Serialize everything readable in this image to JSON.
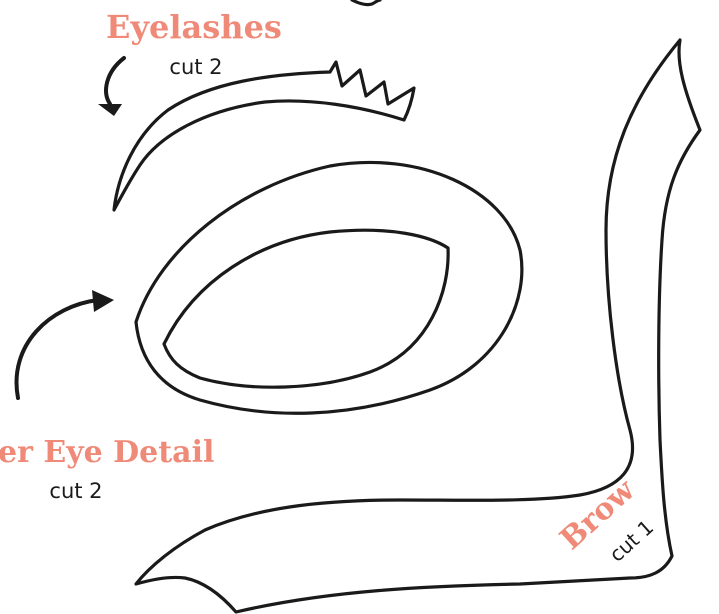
{
  "labels": {
    "eyelashes": {
      "title": "Eyelashes",
      "subtitle": "cut 2"
    },
    "eye_detail": {
      "title": "er Eye Detail",
      "subtitle": "cut 2"
    },
    "brow": {
      "title": "Brow",
      "subtitle": "cut 1"
    }
  },
  "colors": {
    "label_accent": "#f08a78",
    "outline": "#1a1a1a",
    "background": "#ffffff"
  }
}
